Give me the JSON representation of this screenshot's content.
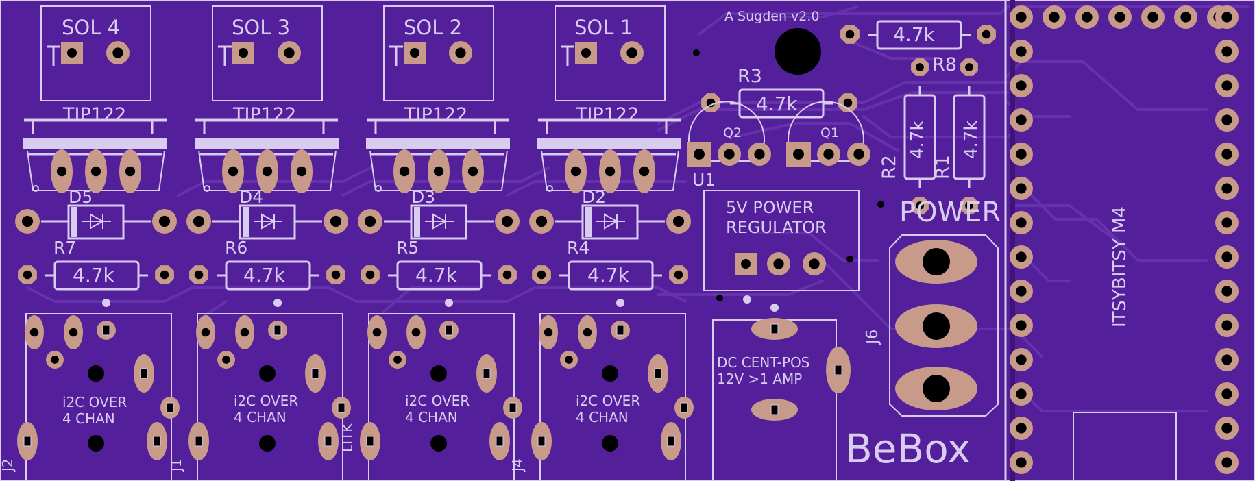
{
  "board": {
    "author": "A Sugden v2.0",
    "name": "BeBox",
    "colors": {
      "substrate": "#541f9a",
      "substrate_dark": "#401477",
      "trace": "#6531ad",
      "silk": "#d8cdef",
      "pad": "#c79a8a",
      "pad_ring": "#b9857a",
      "hole": "#000000"
    }
  },
  "solenoids": [
    {
      "label": "SOL 4",
      "transistor": "TIP122",
      "diode": "D5",
      "resistor": "R7",
      "resistor_value": "4.7k",
      "connector_text_1": "i2C OVER",
      "connector_text_2": "4 CHAN"
    },
    {
      "label": "SOL 3",
      "transistor": "TIP122",
      "diode": "D4",
      "resistor": "R6",
      "resistor_value": "4.7k",
      "connector_text_1": "i2C OVER",
      "connector_text_2": "4 CHAN"
    },
    {
      "label": "SOL 2",
      "transistor": "TIP122",
      "diode": "D3",
      "resistor": "R5",
      "resistor_value": "4.7k",
      "connector_text_1": "i2C OVER",
      "connector_text_2": "4 CHAN"
    },
    {
      "label": "SOL 1",
      "transistor": "TIP122",
      "diode": "D2",
      "resistor": "R4",
      "resistor_value": "4.7k",
      "connector_text_1": "i2C OVER",
      "connector_text_2": "4 CHAN"
    }
  ],
  "connector_labels": [
    "J2",
    "J1",
    "LITK",
    "J4"
  ],
  "resistors": {
    "top_value": "4.7k",
    "r3_label": "R3",
    "r3_value": "4.7k",
    "r8_label": "R8",
    "r2_label": "R2",
    "r2_value": "4.7k",
    "r1_label": "R1",
    "r1_value": "4.7k"
  },
  "transistors": {
    "q2": "Q2",
    "q1": "Q1"
  },
  "regulator": {
    "ref": "U1",
    "line1": "5V POWER",
    "line2": "REGULATOR"
  },
  "power_label": "POWER",
  "power_terminal": "J6",
  "dc_jack": {
    "line1": "DC CENT-POS",
    "line2": "12V >1 AMP"
  },
  "mcu": {
    "label": "ITSYBITSY M4"
  }
}
